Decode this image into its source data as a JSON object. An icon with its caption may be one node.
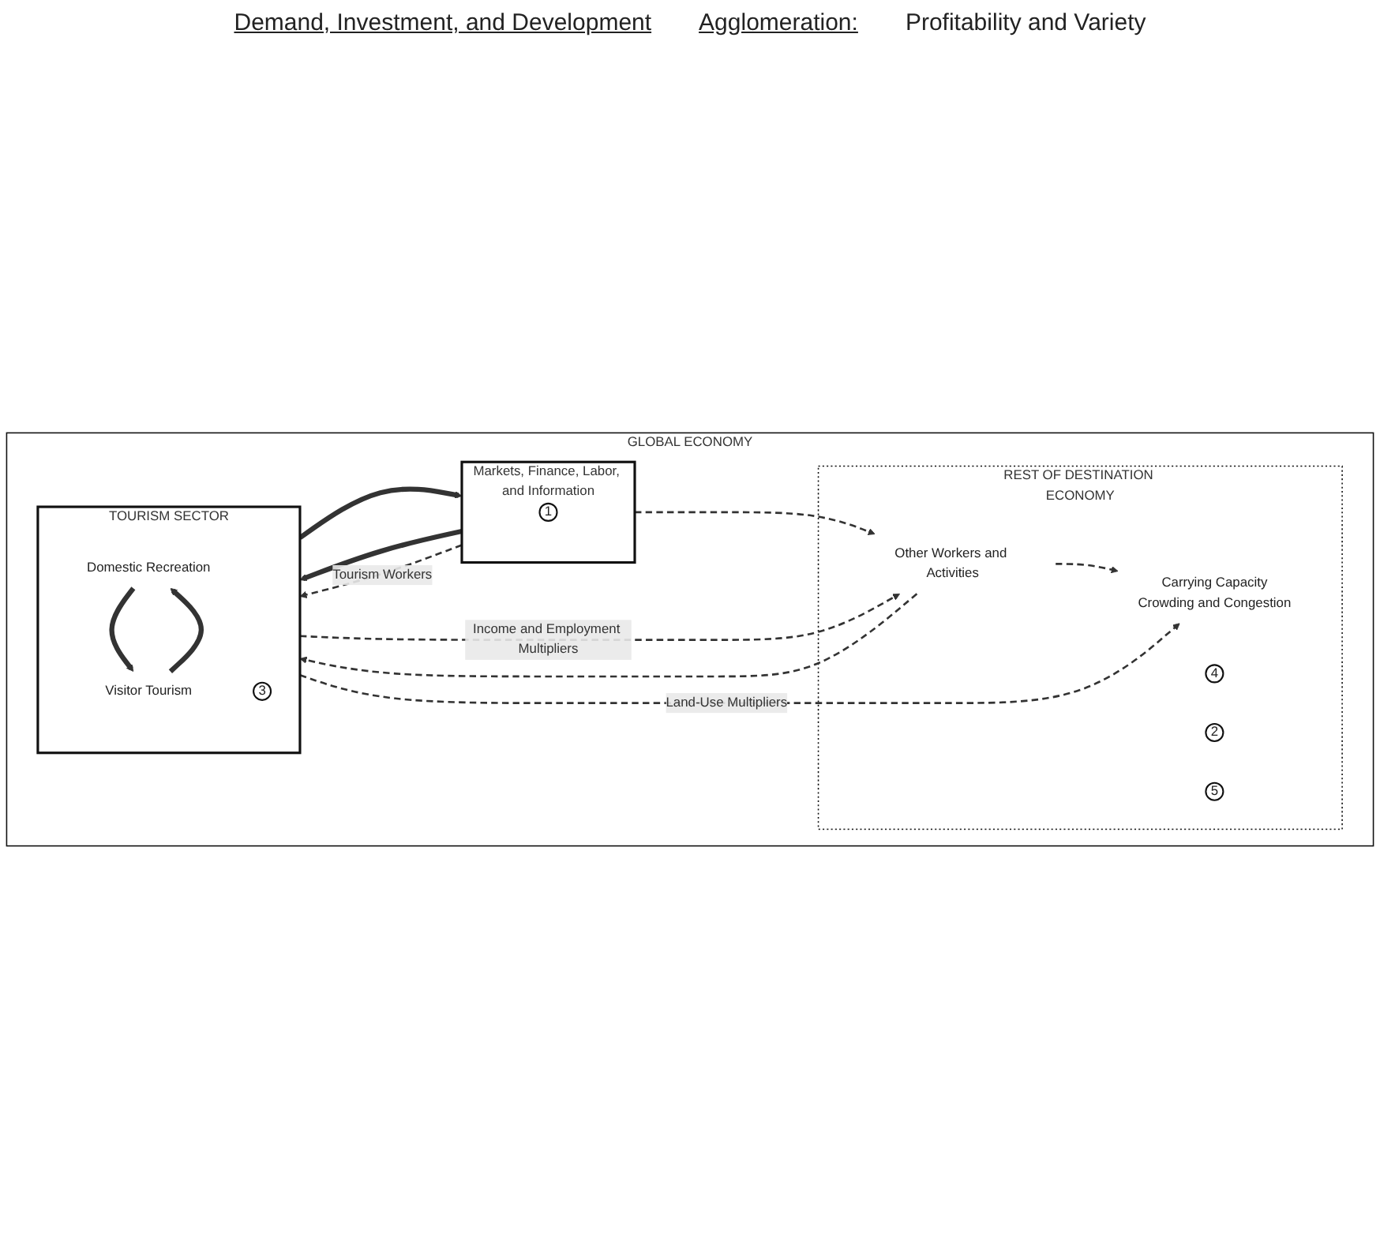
{
  "diagram": {
    "nodes": [
      {
        "text": [
          "GLOBAL ECONOMY"
        ]
      },
      {
        "text": [
          "Markets, Finance, Labor, and Information"
        ],
        "in": 0
      },
      {
        "text": [
          "1"
        ],
        "in": 1
      },
      {
        "text": [
          "REST OF DESTINATION ECONOMY"
        ],
        "in": 0
      },
      {
        "text": [
          "Other Workers and Activities"
        ],
        "in": 3
      },
      {
        "text": [
          "4"
        ],
        "in": 3
      },
      {
        "text": [
          "2"
        ],
        "in": 3
      },
      {
        "text": [
          "TOURISM SECTOR"
        ],
        "in": 0
      },
      {
        "text": [
          "Domestic Recreation"
        ],
        "in": 7
      },
      {
        "text": [
          "3"
        ],
        "in": 7
      },
      {
        "text": [
          "Visitor Tourism"
        ],
        "in": 7
      },
      {
        "text": [
          "5"
        ],
        "in": 3
      },
      {
        "text": [
          "Carrying Capacity",
          "Crowding and Congestion"
        ],
        "in": 3
      }
    ],
    "edges": [
      {
        "from": 7,
        "to": 1,
        "arrow": "to",
        "style": "thick"
      },
      {
        "from": 1,
        "to": 7,
        "arrow": "to",
        "style": "thick"
      },
      {
        "from": 1,
        "to": 4,
        "arrow": "to",
        "style": "dashed"
      },
      {
        "from": 1,
        "to": 7,
        "arrow": "to",
        "style": "dashed",
        "label": "Tourism Workers"
      },
      {
        "from": 7,
        "to": 4,
        "arrow": "to",
        "style": "dashed",
        "label": "Income and Employment Multipliers"
      },
      {
        "from": 4,
        "to": 7,
        "arrow": "to",
        "style": "dashed"
      },
      {
        "from": 4,
        "to": 12,
        "arrow": "to",
        "style": "dashed"
      },
      {
        "from": 7,
        "to": 12,
        "arrow": "to",
        "style": "dashed",
        "label": "Land-Use Multipliers"
      },
      {
        "from": 10,
        "to": 8,
        "arrow": "to",
        "style": "thick"
      },
      {
        "from": 8,
        "to": 10,
        "arrow": "to",
        "style": "thick"
      }
    ],
    "labels": [
      "Demand, Investment, and Development",
      "Agglomeration:",
      "Profitability and Variety"
    ]
  }
}
